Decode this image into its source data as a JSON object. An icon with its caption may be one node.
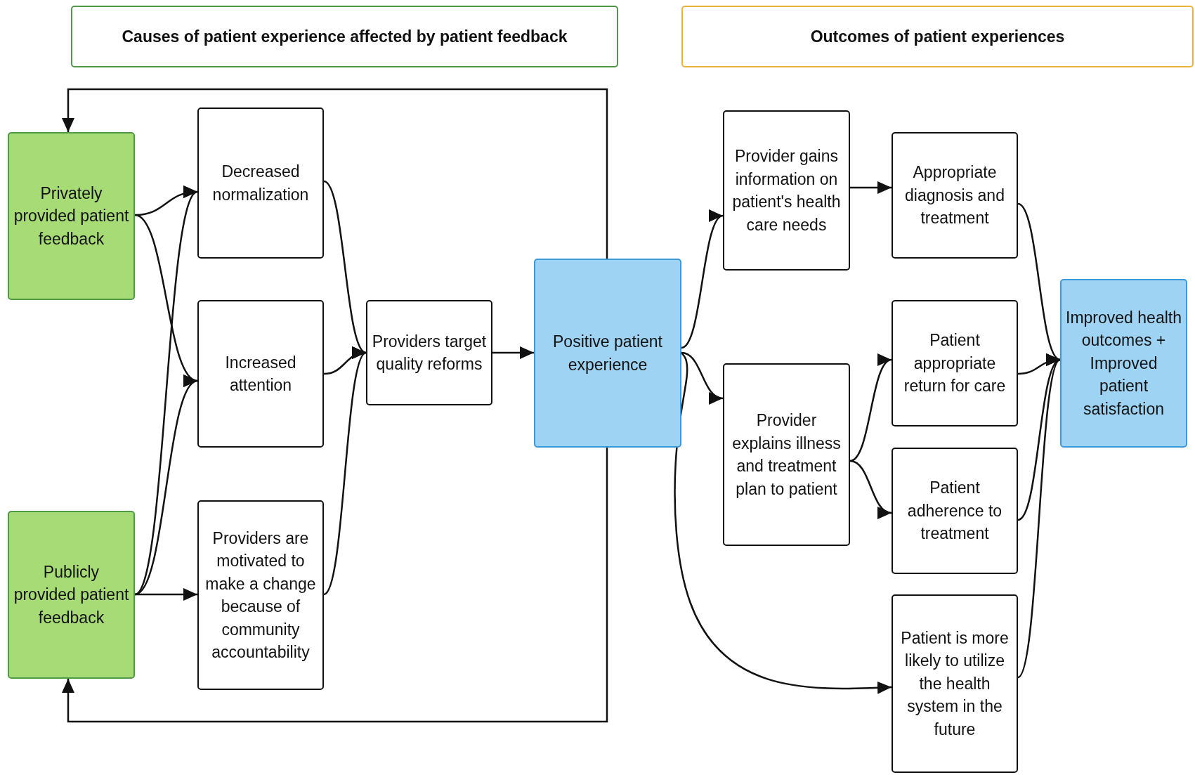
{
  "diagram": {
    "nodes": [
      {
        "text": [
          "Causes of patient experience affected by patient feedback"
        ]
      },
      {
        "text": [
          "Outcomes of patient experiences"
        ]
      },
      {
        "text": [
          "Privately provided patient feedback"
        ]
      },
      {
        "text": [
          "Decreased normalization"
        ]
      },
      {
        "text": [
          "Increased attention"
        ]
      },
      {
        "text": [
          "Providers are motivated to make a change because of community accountability"
        ]
      },
      {
        "text": [
          "Publicly provided patient feedback"
        ]
      },
      {
        "text": [
          "Providers target quality reforms"
        ]
      },
      {
        "text": [
          "Positive patient experience"
        ]
      },
      {
        "text": [
          "Provider gains information on patient's health care needs"
        ]
      },
      {
        "text": [
          "Appropriate diagnosis and treatment"
        ]
      },
      {
        "text": [
          "Provider explains illness and treatment plan to patient"
        ]
      },
      {
        "text": [
          "Patient appropriate return for care"
        ]
      },
      {
        "text": [
          "Patient adherence to treatment"
        ]
      },
      {
        "text": [
          "Patient is more likely to utilize the health system in the future"
        ]
      },
      {
        "text": [
          "Improved health outcomes + Improved patient satisfaction"
        ]
      }
    ],
    "edges": [
      {
        "from": 2,
        "to": 3,
        "arrow": "to"
      },
      {
        "from": 2,
        "to": 4,
        "arrow": "to"
      },
      {
        "from": 6,
        "to": 3,
        "arrow": "to"
      },
      {
        "from": 6,
        "to": 4,
        "arrow": "to"
      },
      {
        "from": 6,
        "to": 5,
        "arrow": "to"
      },
      {
        "from": 3,
        "to": 7,
        "arrow": "to"
      },
      {
        "from": 4,
        "to": 7,
        "arrow": "to"
      },
      {
        "from": 5,
        "to": 7,
        "arrow": "to"
      },
      {
        "from": 7,
        "to": 8,
        "arrow": "to"
      },
      {
        "from": 8,
        "to": 2,
        "arrow": "to"
      },
      {
        "from": 8,
        "to": 6,
        "arrow": "to"
      },
      {
        "from": 8,
        "to": 9,
        "arrow": "to"
      },
      {
        "from": 8,
        "to": 11,
        "arrow": "to"
      },
      {
        "from": 8,
        "to": 14,
        "arrow": "to"
      },
      {
        "from": 9,
        "to": 10,
        "arrow": "to"
      },
      {
        "from": 11,
        "to": 12,
        "arrow": "to"
      },
      {
        "from": 11,
        "to": 13,
        "arrow": "to"
      },
      {
        "from": 10,
        "to": 15,
        "arrow": "to"
      },
      {
        "from": 12,
        "to": 15,
        "arrow": "to"
      },
      {
        "from": 13,
        "to": 15,
        "arrow": "to"
      },
      {
        "from": 14,
        "to": 15,
        "arrow": "to"
      }
    ]
  }
}
